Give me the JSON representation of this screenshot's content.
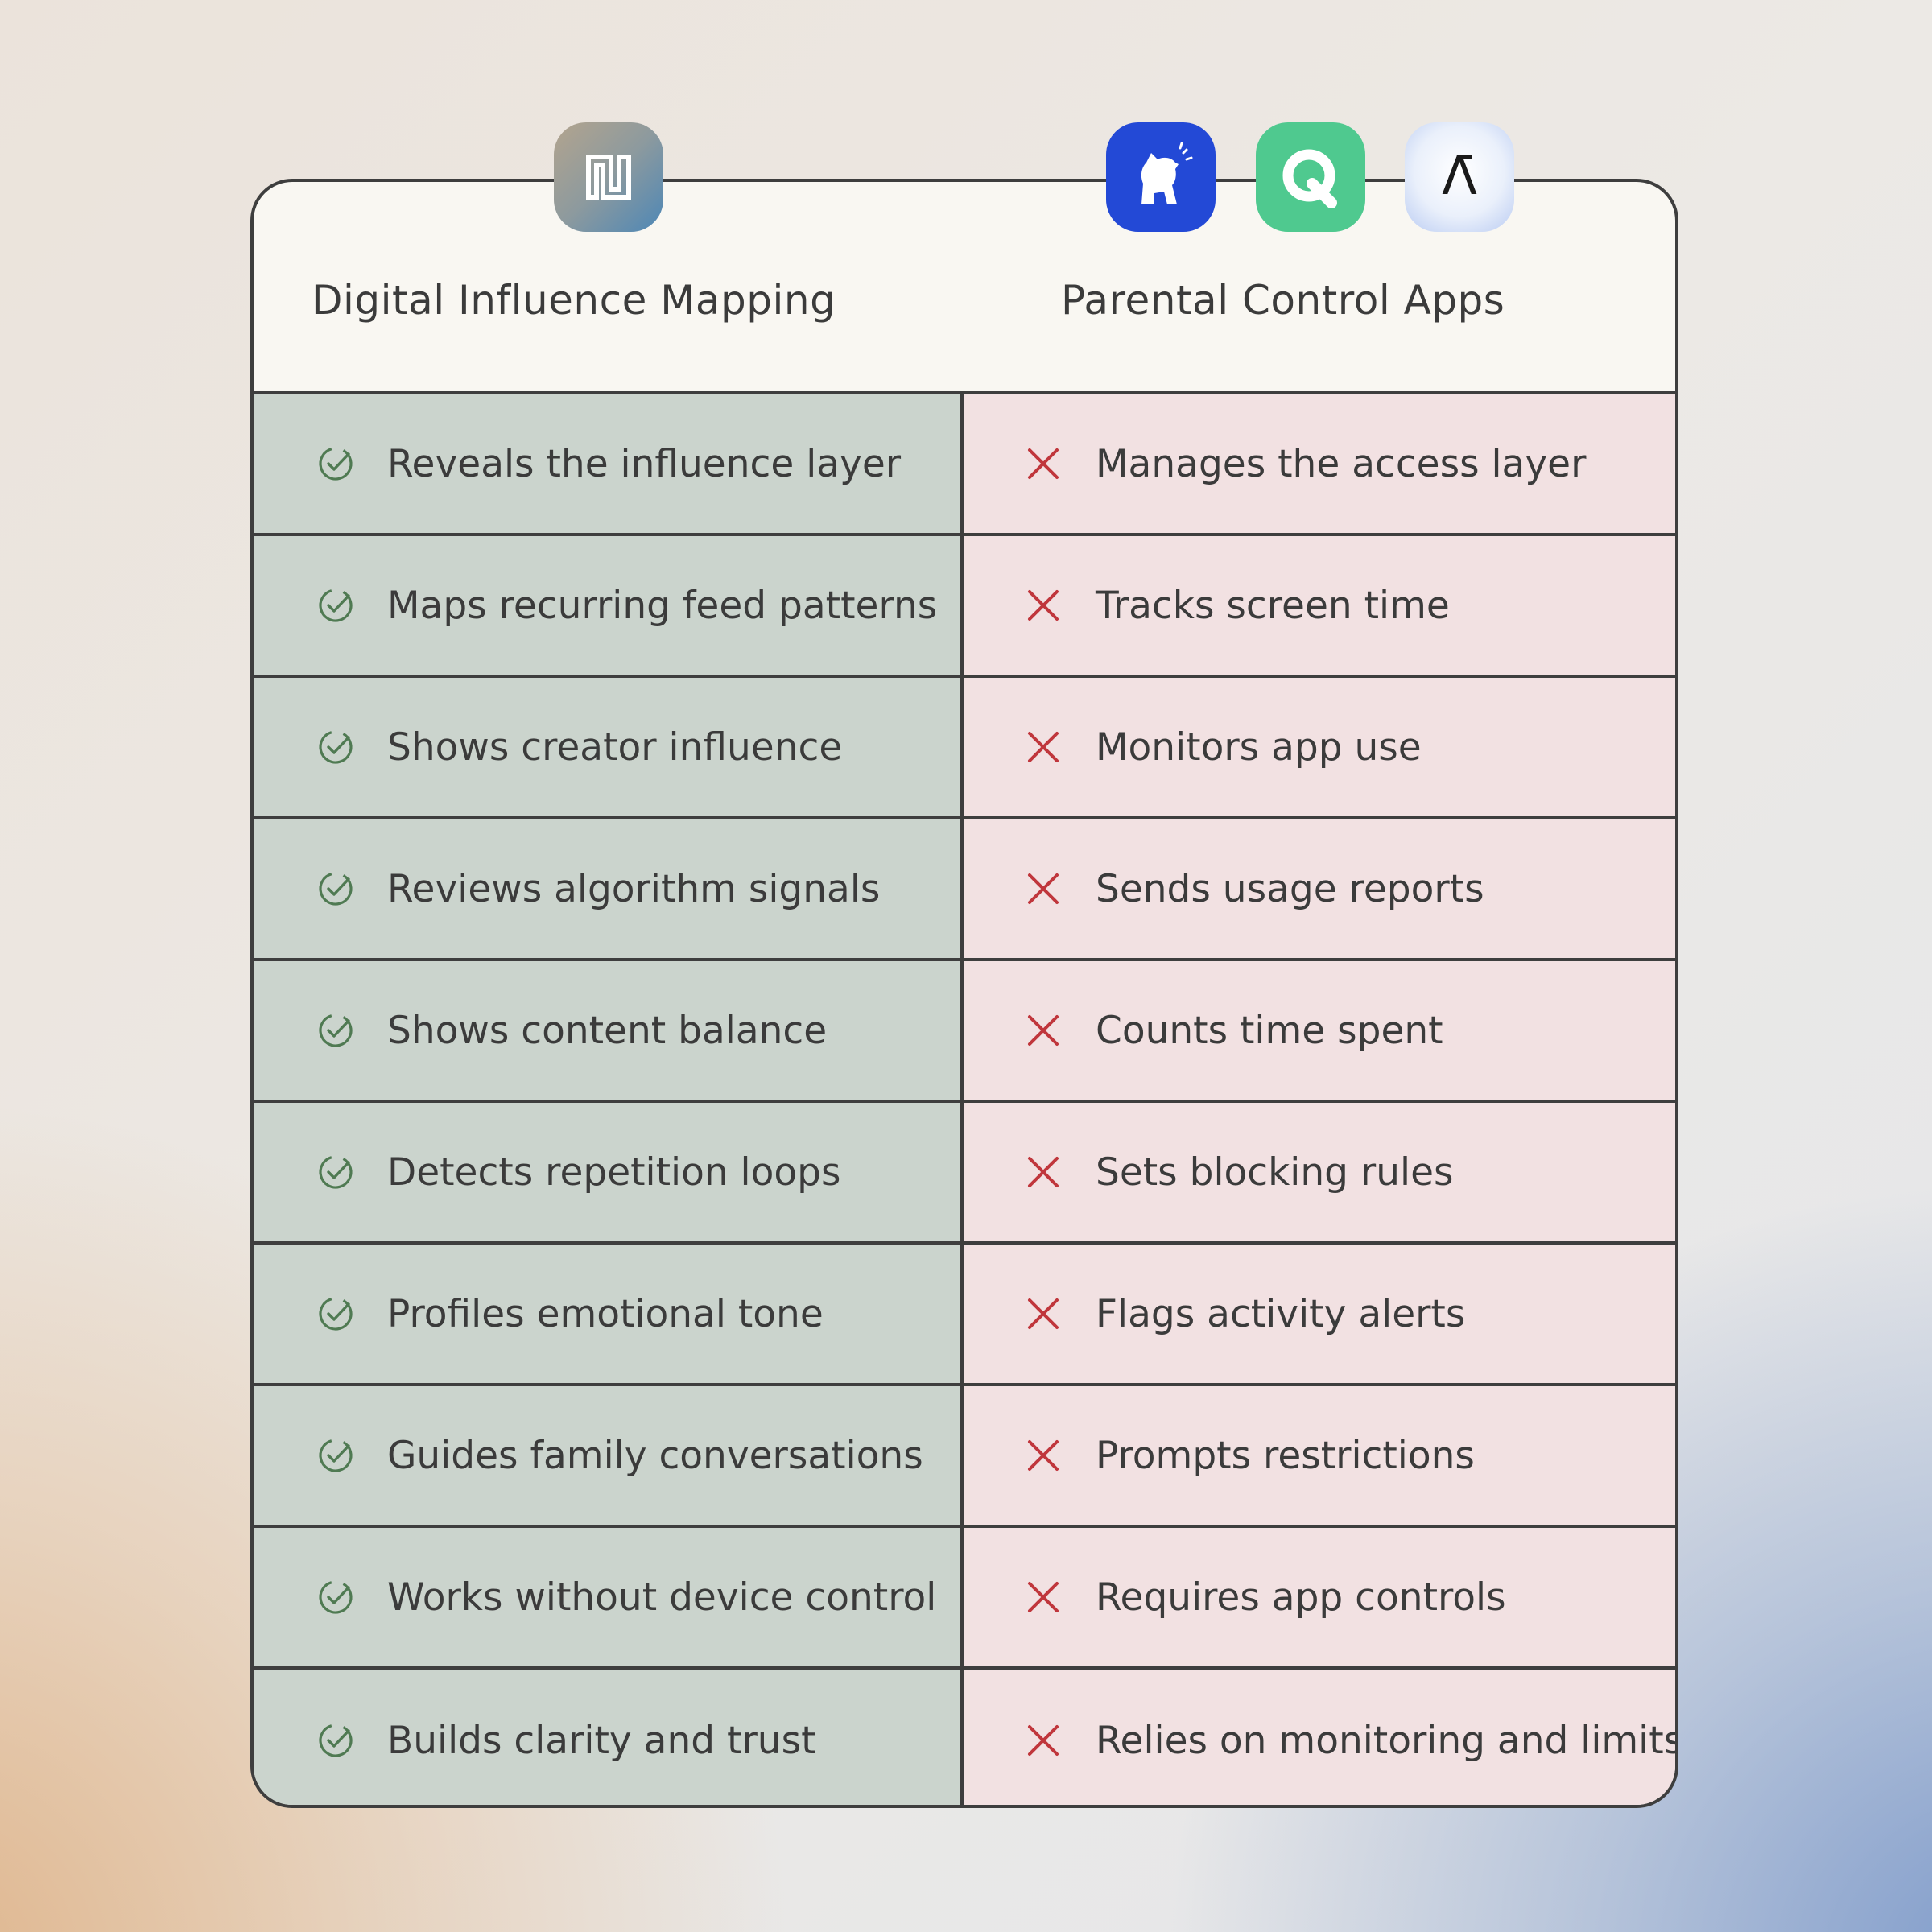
{
  "columns": {
    "left_title": "Digital Influence Mapping",
    "right_title": "Parental Control Apps"
  },
  "logos": {
    "left": "digital-influence-mapping-logo",
    "right": [
      "bark-dog-logo",
      "qustodio-q-logo",
      "lambda-logo"
    ],
    "lambda_glyph": "Λ̄"
  },
  "rows": [
    {
      "left": "Reveals the influence layer",
      "right": "Manages the access layer"
    },
    {
      "left": "Maps recurring feed patterns",
      "right": "Tracks screen time"
    },
    {
      "left": "Shows creator influence",
      "right": "Monitors app use"
    },
    {
      "left": "Reviews algorithm signals",
      "right": "Sends usage reports"
    },
    {
      "left": "Shows content balance",
      "right": "Counts time spent"
    },
    {
      "left": "Detects repetition loops",
      "right": "Sets blocking rules"
    },
    {
      "left": "Profiles emotional tone",
      "right": "Flags activity alerts"
    },
    {
      "left": "Guides family conversations",
      "right": "Prompts restrictions"
    },
    {
      "left": "Works without device control",
      "right": "Requires app controls"
    },
    {
      "left": "Builds clarity and trust",
      "right": "Relies on monitoring and limits"
    }
  ],
  "icons": {
    "left": "check-circle-icon",
    "right": "cross-icon"
  },
  "colors": {
    "left_bg": "#cbd4cd",
    "right_bg": "#f2e1e2",
    "check": "#4f7a52",
    "cross": "#c0363c",
    "border": "#3e3e3e"
  }
}
